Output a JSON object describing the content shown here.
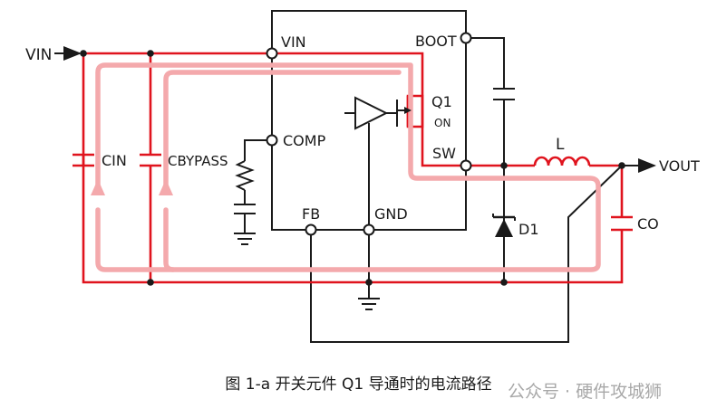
{
  "diagram": {
    "labels": {
      "vin_in": "VIN",
      "vin_pin": "VIN",
      "boot": "BOOT",
      "q1": "Q1",
      "q1_state": "ON",
      "comp": "COMP",
      "sw": "SW",
      "l": "L",
      "vout": "VOUT",
      "cin": "CIN",
      "cbypass": "CBYPASS",
      "fb": "FB",
      "gnd": "GND",
      "d1": "D1",
      "co": "CO"
    },
    "colors": {
      "current_path": "#e0141e",
      "current_loop": "#f4a9ac",
      "wire": "#1a1a1a"
    }
  },
  "caption": "图 1-a   开关元件 Q1 导通时的电流路径",
  "watermark": "公众号 · 硬件攻城狮"
}
